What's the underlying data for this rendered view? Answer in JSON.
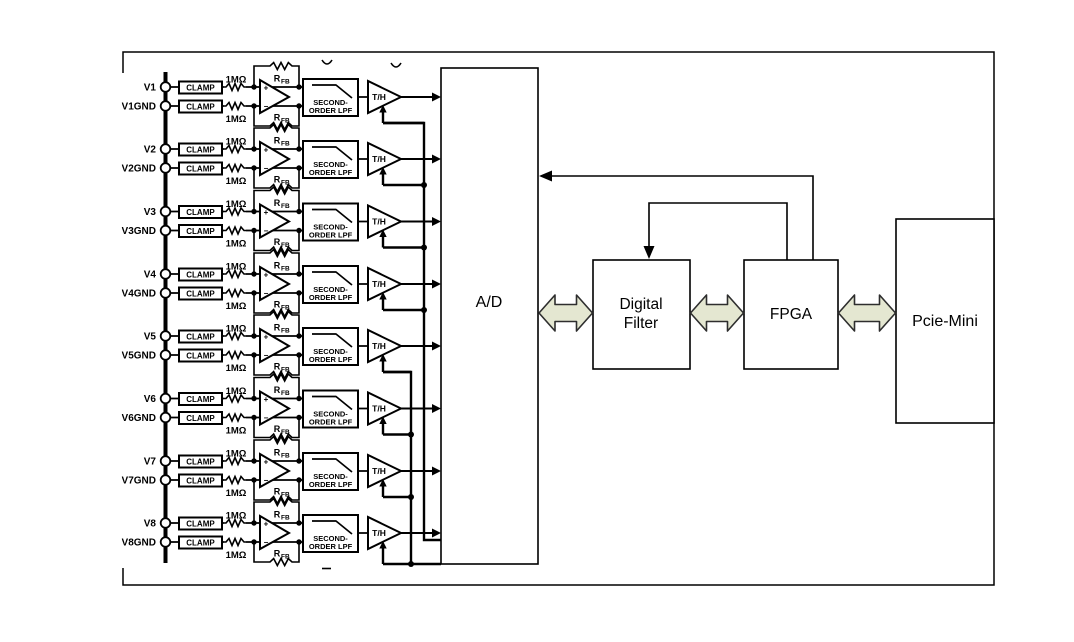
{
  "figure": {
    "type": "circuit-block-diagram",
    "channels": [
      {
        "input_label": "V1",
        "gnd_label": "V1GND"
      },
      {
        "input_label": "V2",
        "gnd_label": "V2GND"
      },
      {
        "input_label": "V3",
        "gnd_label": "V3GND"
      },
      {
        "input_label": "V4",
        "gnd_label": "V4GND"
      },
      {
        "input_label": "V5",
        "gnd_label": "V5GND"
      },
      {
        "input_label": "V6",
        "gnd_label": "V6GND"
      },
      {
        "input_label": "V7",
        "gnd_label": "V7GND"
      },
      {
        "input_label": "V8",
        "gnd_label": "V8GND"
      }
    ],
    "channel_labels": {
      "clamp": "CLAMP",
      "resistor_value": "1MΩ",
      "feedback_r": "R",
      "feedback_r_sub": "FB",
      "opamp_plus": "+",
      "opamp_minus": "−",
      "lpf_line1": "SECOND-",
      "lpf_line2": "ORDER LPF",
      "track_hold": "T/H"
    },
    "blocks": {
      "adc": "A/D",
      "digital_filter_line1": "Digital",
      "digital_filter_line2": "Filter",
      "fpga": "FPGA",
      "pcie": "Pcie-Mini"
    },
    "colors": {
      "line": "#000000",
      "bus_arrow_fill": "#e4e7d1",
      "bus_arrow_stroke": "#2e2e2e",
      "background": "#ffffff"
    }
  }
}
